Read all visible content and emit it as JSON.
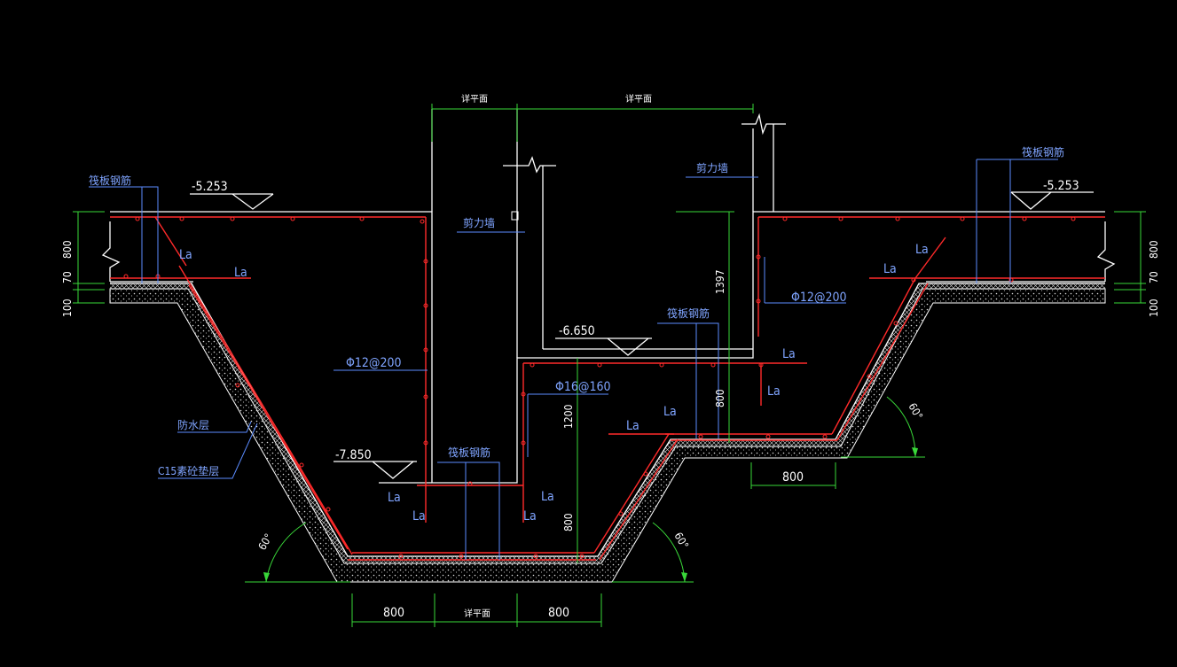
{
  "labels": {
    "xiang_pingmian": "详平面",
    "fa_ban_gang_jin": "筏板钢筋",
    "jian_li_qiang": "剪力墙",
    "fang_shui_ceng": "防水层",
    "c15_dian_ceng": "C15素砼垫层",
    "la": "La"
  },
  "elevations": {
    "left_top": "-5.253",
    "right_top": "-5.253",
    "mid": "-6.650",
    "pit_bottom": "-7.850"
  },
  "rebar": {
    "left_wall": "Φ12@200",
    "right_wall": "Φ12@200",
    "step": "Φ16@160"
  },
  "dims": {
    "slab_800": "800",
    "d_70": "70",
    "d_100": "100",
    "d_1397": "1397",
    "d_800_step": "800",
    "d_1200": "1200",
    "d_800_pit": "800",
    "bottom_left": "800",
    "bottom_right": "800",
    "right_shelf": "800"
  },
  "angles": {
    "a1": "60°",
    "a2": "60°",
    "a3": "60°"
  },
  "colors": {
    "background": "#000000",
    "outline": "#ffffff",
    "rebar": "#ff2a2a",
    "dimension": "#39d739",
    "leader": "#5b8cff"
  }
}
